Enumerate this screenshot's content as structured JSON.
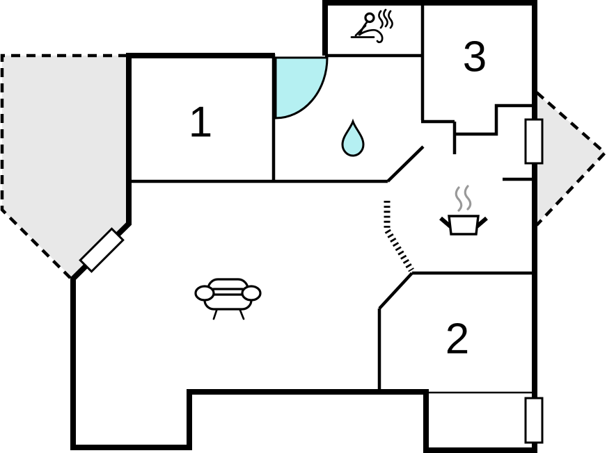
{
  "floorplan": {
    "rooms": [
      {
        "id": "room-1",
        "label": "1"
      },
      {
        "id": "room-2",
        "label": "2"
      },
      {
        "id": "room-3",
        "label": "3"
      }
    ],
    "icons": [
      "sauna-person-icon",
      "water-drop-icon",
      "cooking-pot-icon",
      "sofa-icon"
    ],
    "colors": {
      "wall": "#000000",
      "water_accent": "#b5f0f2",
      "terrace_fill": "#e8e8e8",
      "steam": "#999999",
      "background": "#ffffff"
    }
  }
}
